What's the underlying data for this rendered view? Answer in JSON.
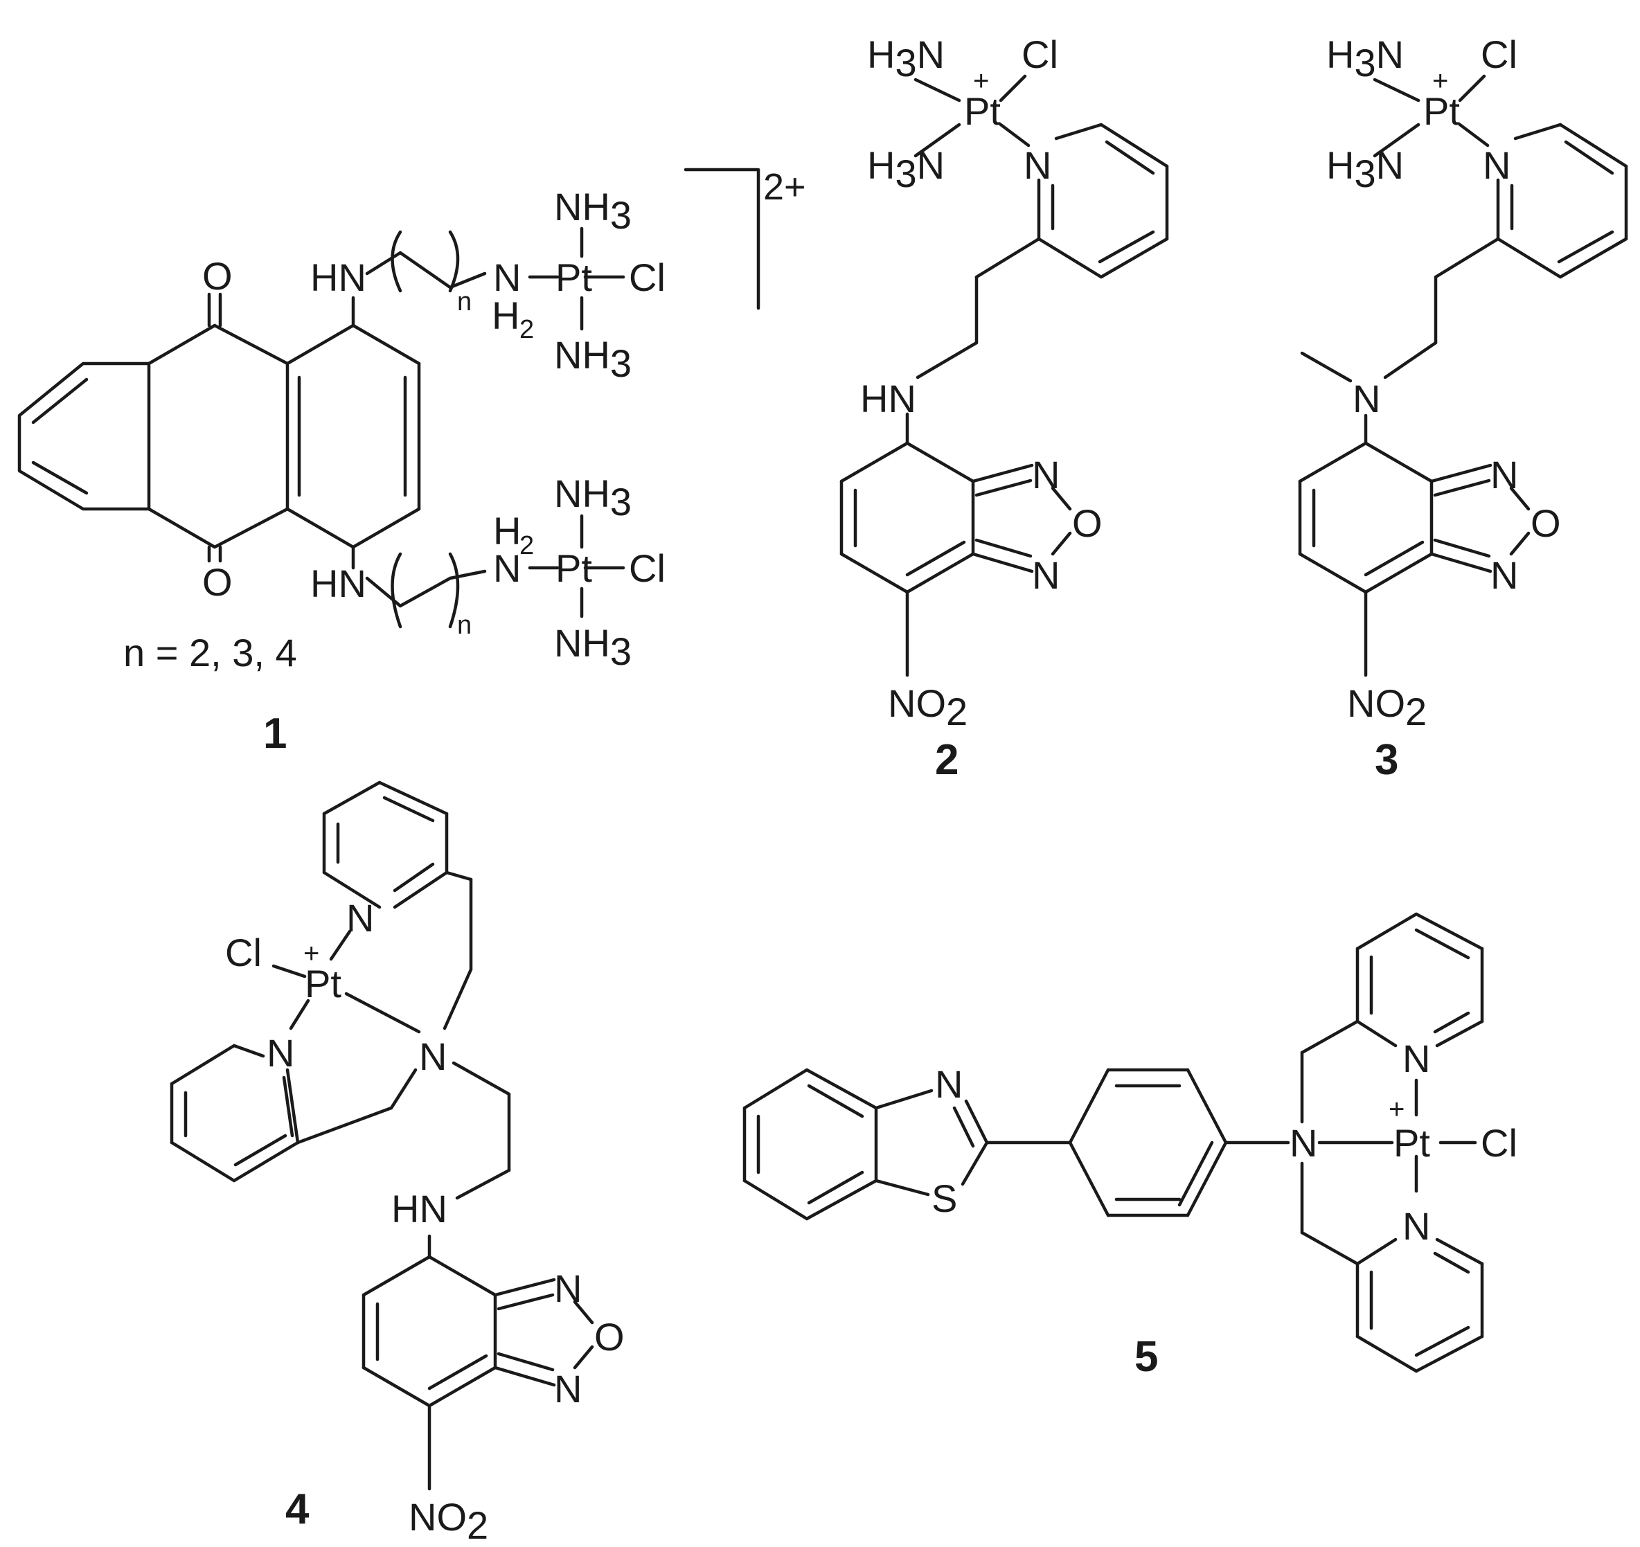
{
  "structures": [
    {
      "id": "compound-1",
      "label": "1",
      "note": "n = 2, 3, 4",
      "charge": "2+"
    },
    {
      "id": "compound-2",
      "label": "2"
    },
    {
      "id": "compound-3",
      "label": "3"
    },
    {
      "id": "compound-4",
      "label": "4"
    },
    {
      "id": "compound-5",
      "label": "5"
    }
  ],
  "atoms": {
    "O": "O",
    "HN": "HN",
    "N": "N",
    "H": "H",
    "Pt": "Pt",
    "Cl": "Cl",
    "S": "S",
    "n": "n",
    "two": "2",
    "three": "3",
    "plus": "+",
    "NO": "NO"
  }
}
